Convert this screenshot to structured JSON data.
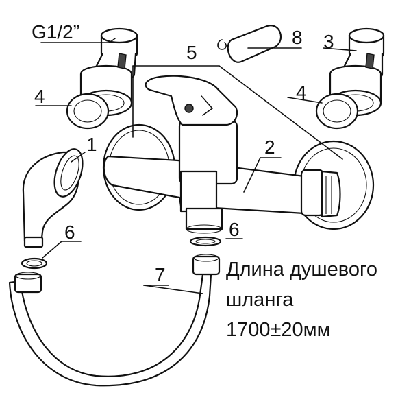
{
  "labels": {
    "thread": "G1/2”",
    "p1": "1",
    "p2": "2",
    "p3": "3",
    "p4_left": "4",
    "p4_right": "4",
    "p5": "5",
    "p6_left": "6",
    "p6_right": "6",
    "p7": "7",
    "p8": "8"
  },
  "caption": {
    "line1": "Длина душевого",
    "line2": "шланга",
    "line3": "1700±20мм"
  }
}
